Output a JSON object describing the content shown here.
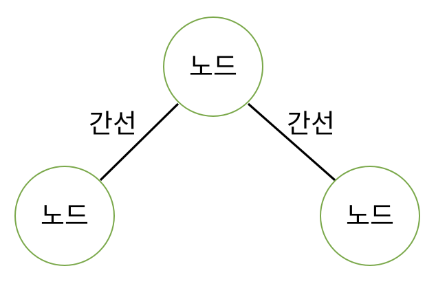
{
  "colors": {
    "node_stroke": "#7aa84a",
    "edge": "#000000",
    "text": "#000000",
    "background": "#ffffff"
  },
  "nodes": [
    {
      "label": "노드"
    },
    {
      "label": "노드"
    },
    {
      "label": "노드"
    }
  ],
  "edges": [
    {
      "label": "간선"
    },
    {
      "label": "간선"
    }
  ]
}
